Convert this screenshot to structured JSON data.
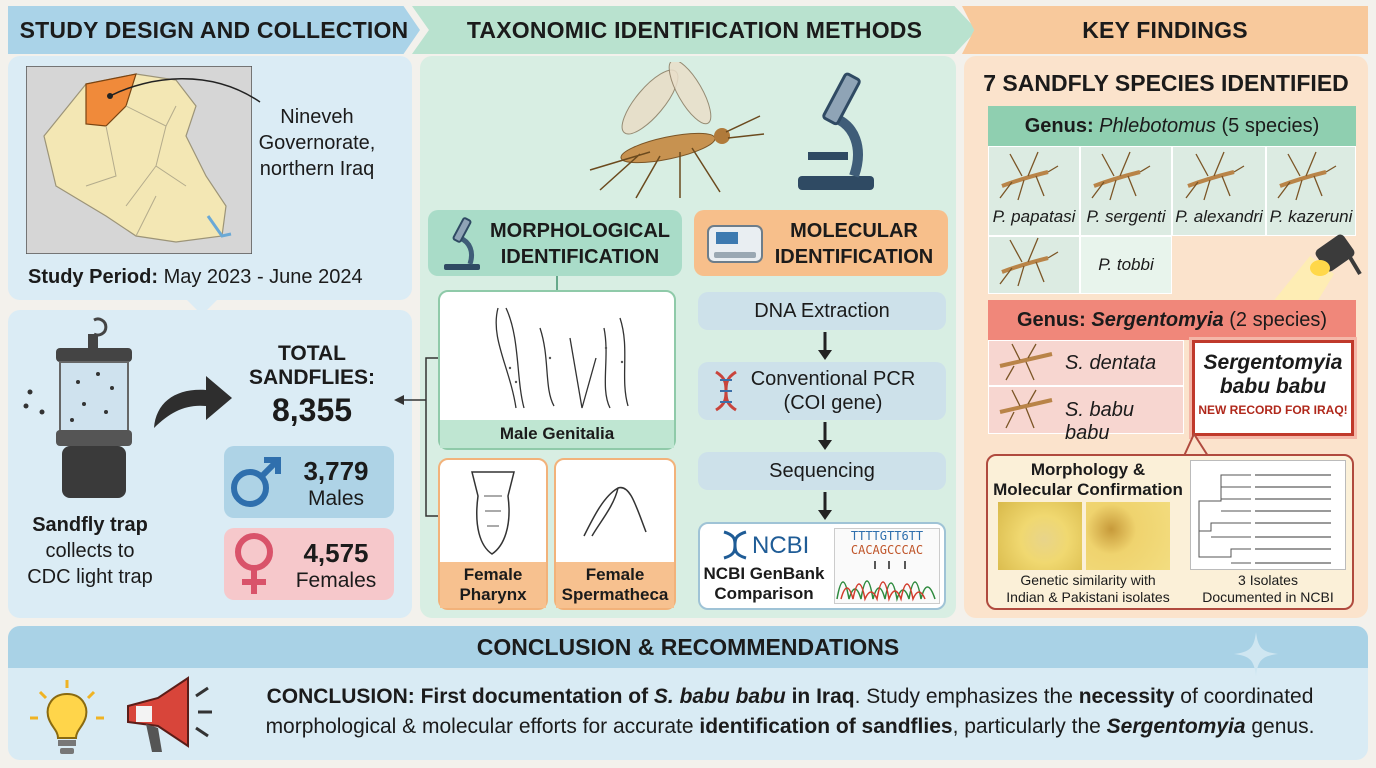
{
  "col1": {
    "header": "STUDY DESIGN AND COLLECTION",
    "map_label": [
      "Nineveh",
      "Governorate,",
      "northern Iraq"
    ],
    "study_period_label": "Study Period:",
    "study_period_value": "May 2023 - June 2024",
    "trap_label": [
      "Sandfly trap",
      "collects to",
      "CDC light trap"
    ],
    "total_label": [
      "TOTAL",
      "SANDFLIES:"
    ],
    "total_value": "8,355",
    "males_value": "3,779",
    "males_label": "Males",
    "females_value": "4,575",
    "females_label": "Females"
  },
  "col2": {
    "header": "TAXONOMIC IDENTIFICATION METHODS",
    "morph_title": [
      "MORPHOLOGICAL",
      "IDENTIFICATION"
    ],
    "mol_title": [
      "MOLECULAR",
      "IDENTIFICATION"
    ],
    "male_genitalia": "Male Genitalia",
    "female_pharynx": [
      "Female",
      "Pharynx"
    ],
    "female_spermatheca": [
      "Female",
      "Spermatheca"
    ],
    "steps": [
      "DNA Extraction",
      "Conventional PCR",
      "(COI gene)",
      "Sequencing"
    ],
    "ncbi_logo": "NCBI",
    "ncbi_label": [
      "NCBI GenBank",
      "Comparison"
    ],
    "seq_top": "TTTTGTT6TT",
    "seq_bottom": "CACAGCCCAC"
  },
  "col3": {
    "header": "KEY FINDINGS",
    "count_title": "7 SANDFLY SPECIES IDENTIFIED",
    "genus1_prefix": "Genus:",
    "genus1_name": "Phlebotomus",
    "genus1_suffix": "(5 species)",
    "phlebotomus": [
      "P. papatasi",
      "P. sergenti",
      "P. alexandri",
      "P. kazeruni",
      "P. tobbi"
    ],
    "genus2_prefix": "Genus:",
    "genus2_name": "Sergentomyia",
    "genus2_suffix": "(2 species)",
    "sergentomyia": [
      "S. dentata",
      "S. babu babu"
    ],
    "highlight_name": [
      "Sergentomyia",
      "babu babu"
    ],
    "highlight_note": "NEW RECORD FOR IRAQ!",
    "confirm_title": [
      "Morphology &",
      "Molecular Confirmation"
    ],
    "confirm_caption": [
      "Genetic similarity with",
      "Indian & Pakistani isolates"
    ],
    "isolates_caption": [
      "3 Isolates",
      "Documented in NCBI"
    ]
  },
  "conclusion": {
    "header": "CONCLUSION & RECOMMENDATIONS",
    "t1": "CONCLUSION: First documentation of ",
    "t2": "S. babu babu",
    "t3": " in Iraq",
    "t4": ". Study emphasizes the ",
    "t5": "necessity",
    "t6": " of coordinated",
    "t7": "morphological & molecular efforts for accurate ",
    "t8": "identification of sandflies",
    "t9": ", particularly the ",
    "t10": "Sergentomyia",
    "t11": " genus."
  },
  "colors": {
    "blue": "#cfe5f0",
    "green": "#d8eee3",
    "orange": "#fbe3cc",
    "accent_orange": "#f5c08f",
    "accent_red": "#ef8e80",
    "male_blue": "#2f6fad",
    "female_red": "#d9536a"
  }
}
